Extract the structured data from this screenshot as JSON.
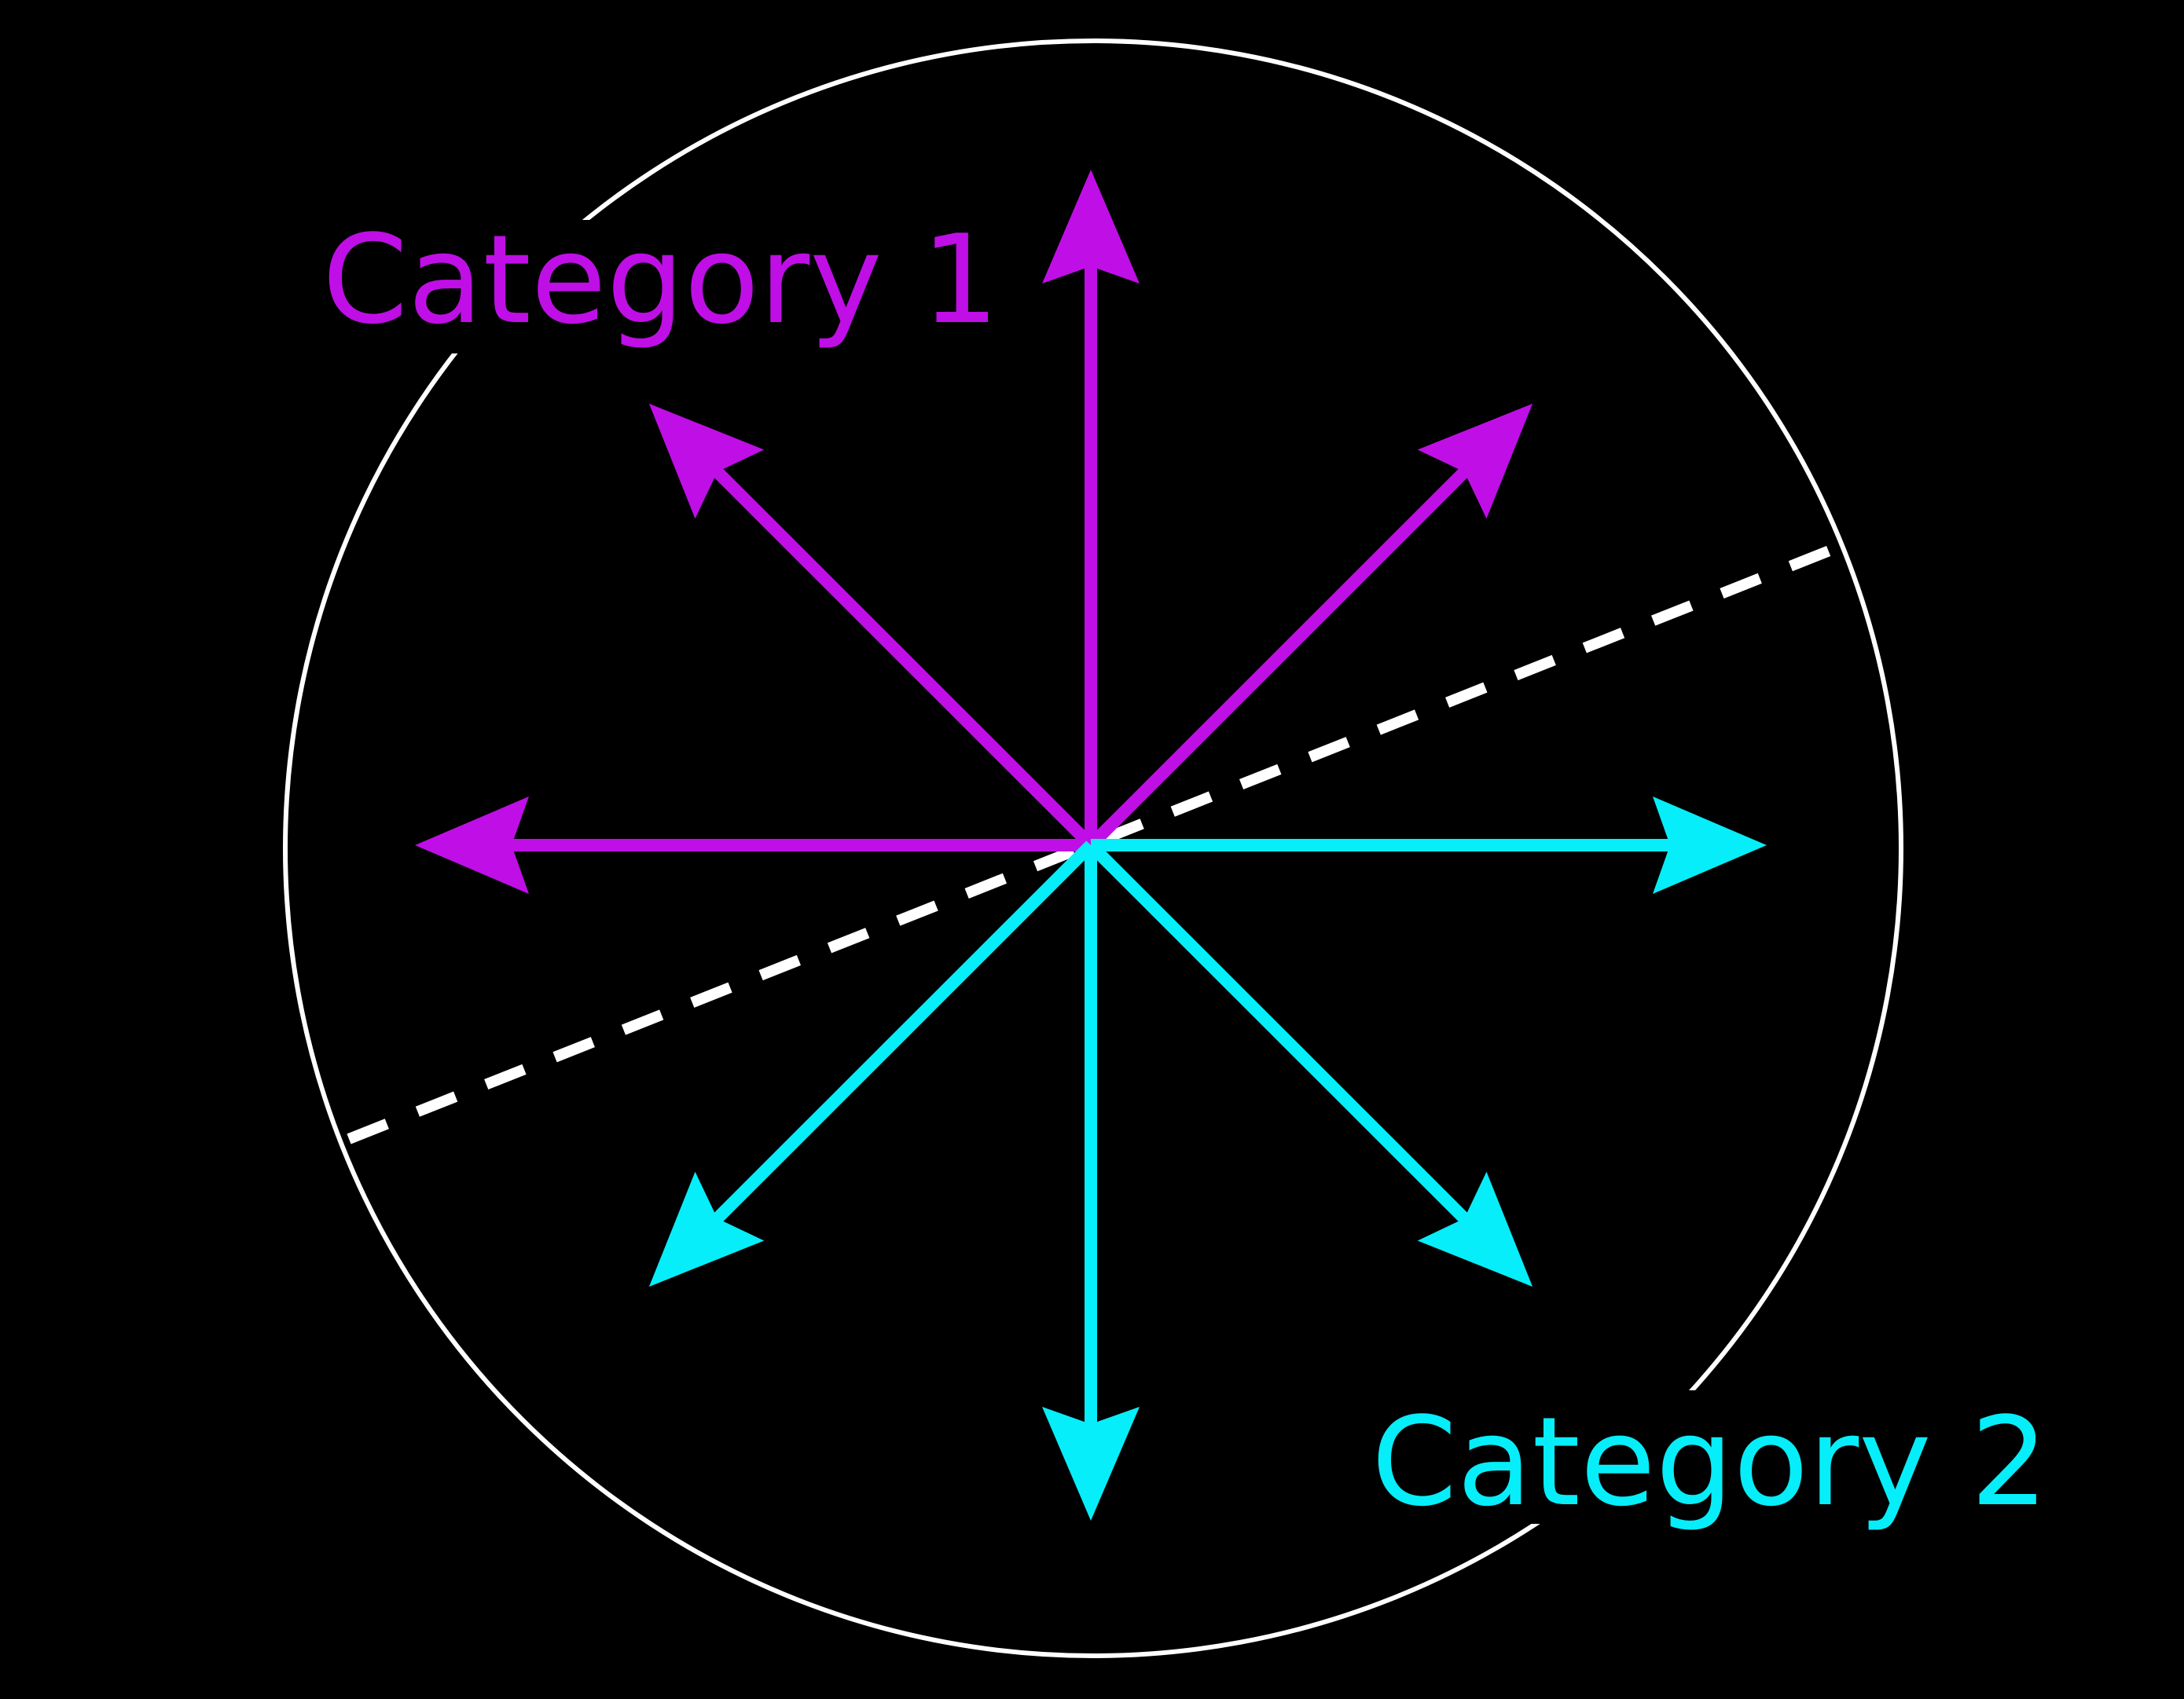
{
  "background_color": "#000000",
  "circle": {
    "color": "#ffffff"
  },
  "divider": {
    "color": "#ffffff",
    "style": "dashed"
  },
  "categories": [
    {
      "key": "category_1",
      "label": "Category 1",
      "color": "#bf0fe6",
      "arrow_directions": [
        "left",
        "up-left",
        "up",
        "up-right"
      ]
    },
    {
      "key": "category_2",
      "label": "Category 2",
      "color": "#06eef9",
      "arrow_directions": [
        "right",
        "down-right",
        "down",
        "down-left"
      ]
    }
  ]
}
